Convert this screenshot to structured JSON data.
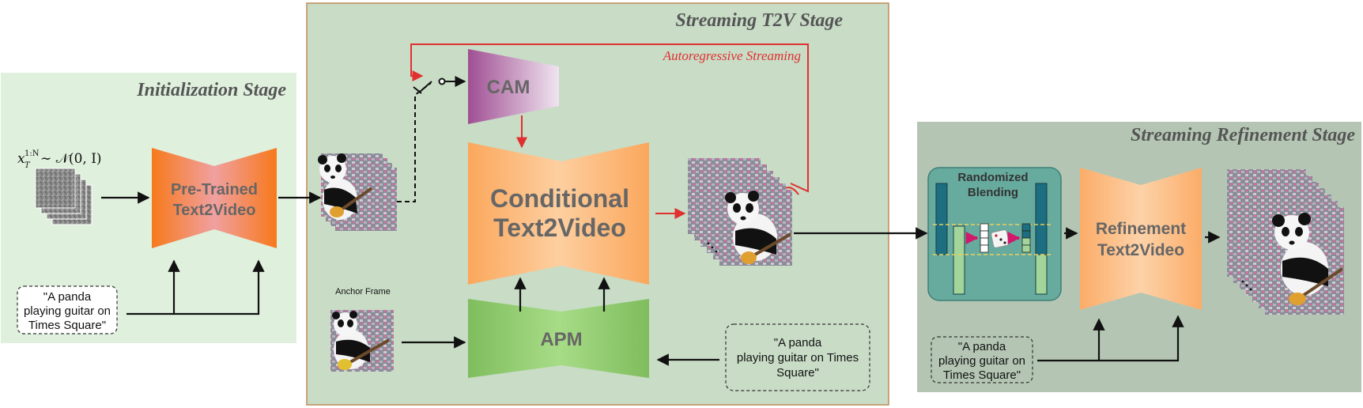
{
  "stages": {
    "initialization": {
      "title": "Initialization Stage"
    },
    "streaming": {
      "title": "Streaming T2V Stage"
    },
    "refinement": {
      "title": "Streaming Refinement Stage"
    }
  },
  "noise_label": "x_T^{1:N} ~ N(0, I)",
  "noise_label_parts": {
    "base": "x",
    "sub": "T",
    "sup": "1:N",
    "rest": " ∼ 𝒩(0, I)"
  },
  "blocks": {
    "pretrained": {
      "line1": "Pre-Trained",
      "line2": "Text2Video"
    },
    "cam": {
      "label": "CAM"
    },
    "conditional": {
      "line1": "Conditional",
      "line2": "Text2Video"
    },
    "apm": {
      "label": "APM"
    },
    "refinement": {
      "line1": "Refinement",
      "line2": "Text2Video"
    },
    "blending": {
      "line1": "Randomized",
      "line2": "Blending"
    }
  },
  "labels": {
    "autoregressive": "Autoregressive Streaming",
    "anchor_frame": "Anchor Frame"
  },
  "prompts": {
    "init": {
      "line1": "\"A panda",
      "line2": "playing guitar on",
      "line3": "Times Square\""
    },
    "streaming": {
      "line1": "\"A panda",
      "line2": "playing guitar on Times",
      "line3": "Square\""
    },
    "refinement": {
      "line1": "\"A panda",
      "line2": "playing guitar on",
      "line3": "Times Square\""
    }
  },
  "colors": {
    "init_bg": "#dff0dd",
    "streaming_bg": "#c8dcc6",
    "refinement_bg": "#b4c6b3",
    "accent_red": "#e03030",
    "orange": "#f98b2a",
    "light_orange": "#fcb778",
    "green": "#8fc96e",
    "teal": "#67ab9e"
  }
}
